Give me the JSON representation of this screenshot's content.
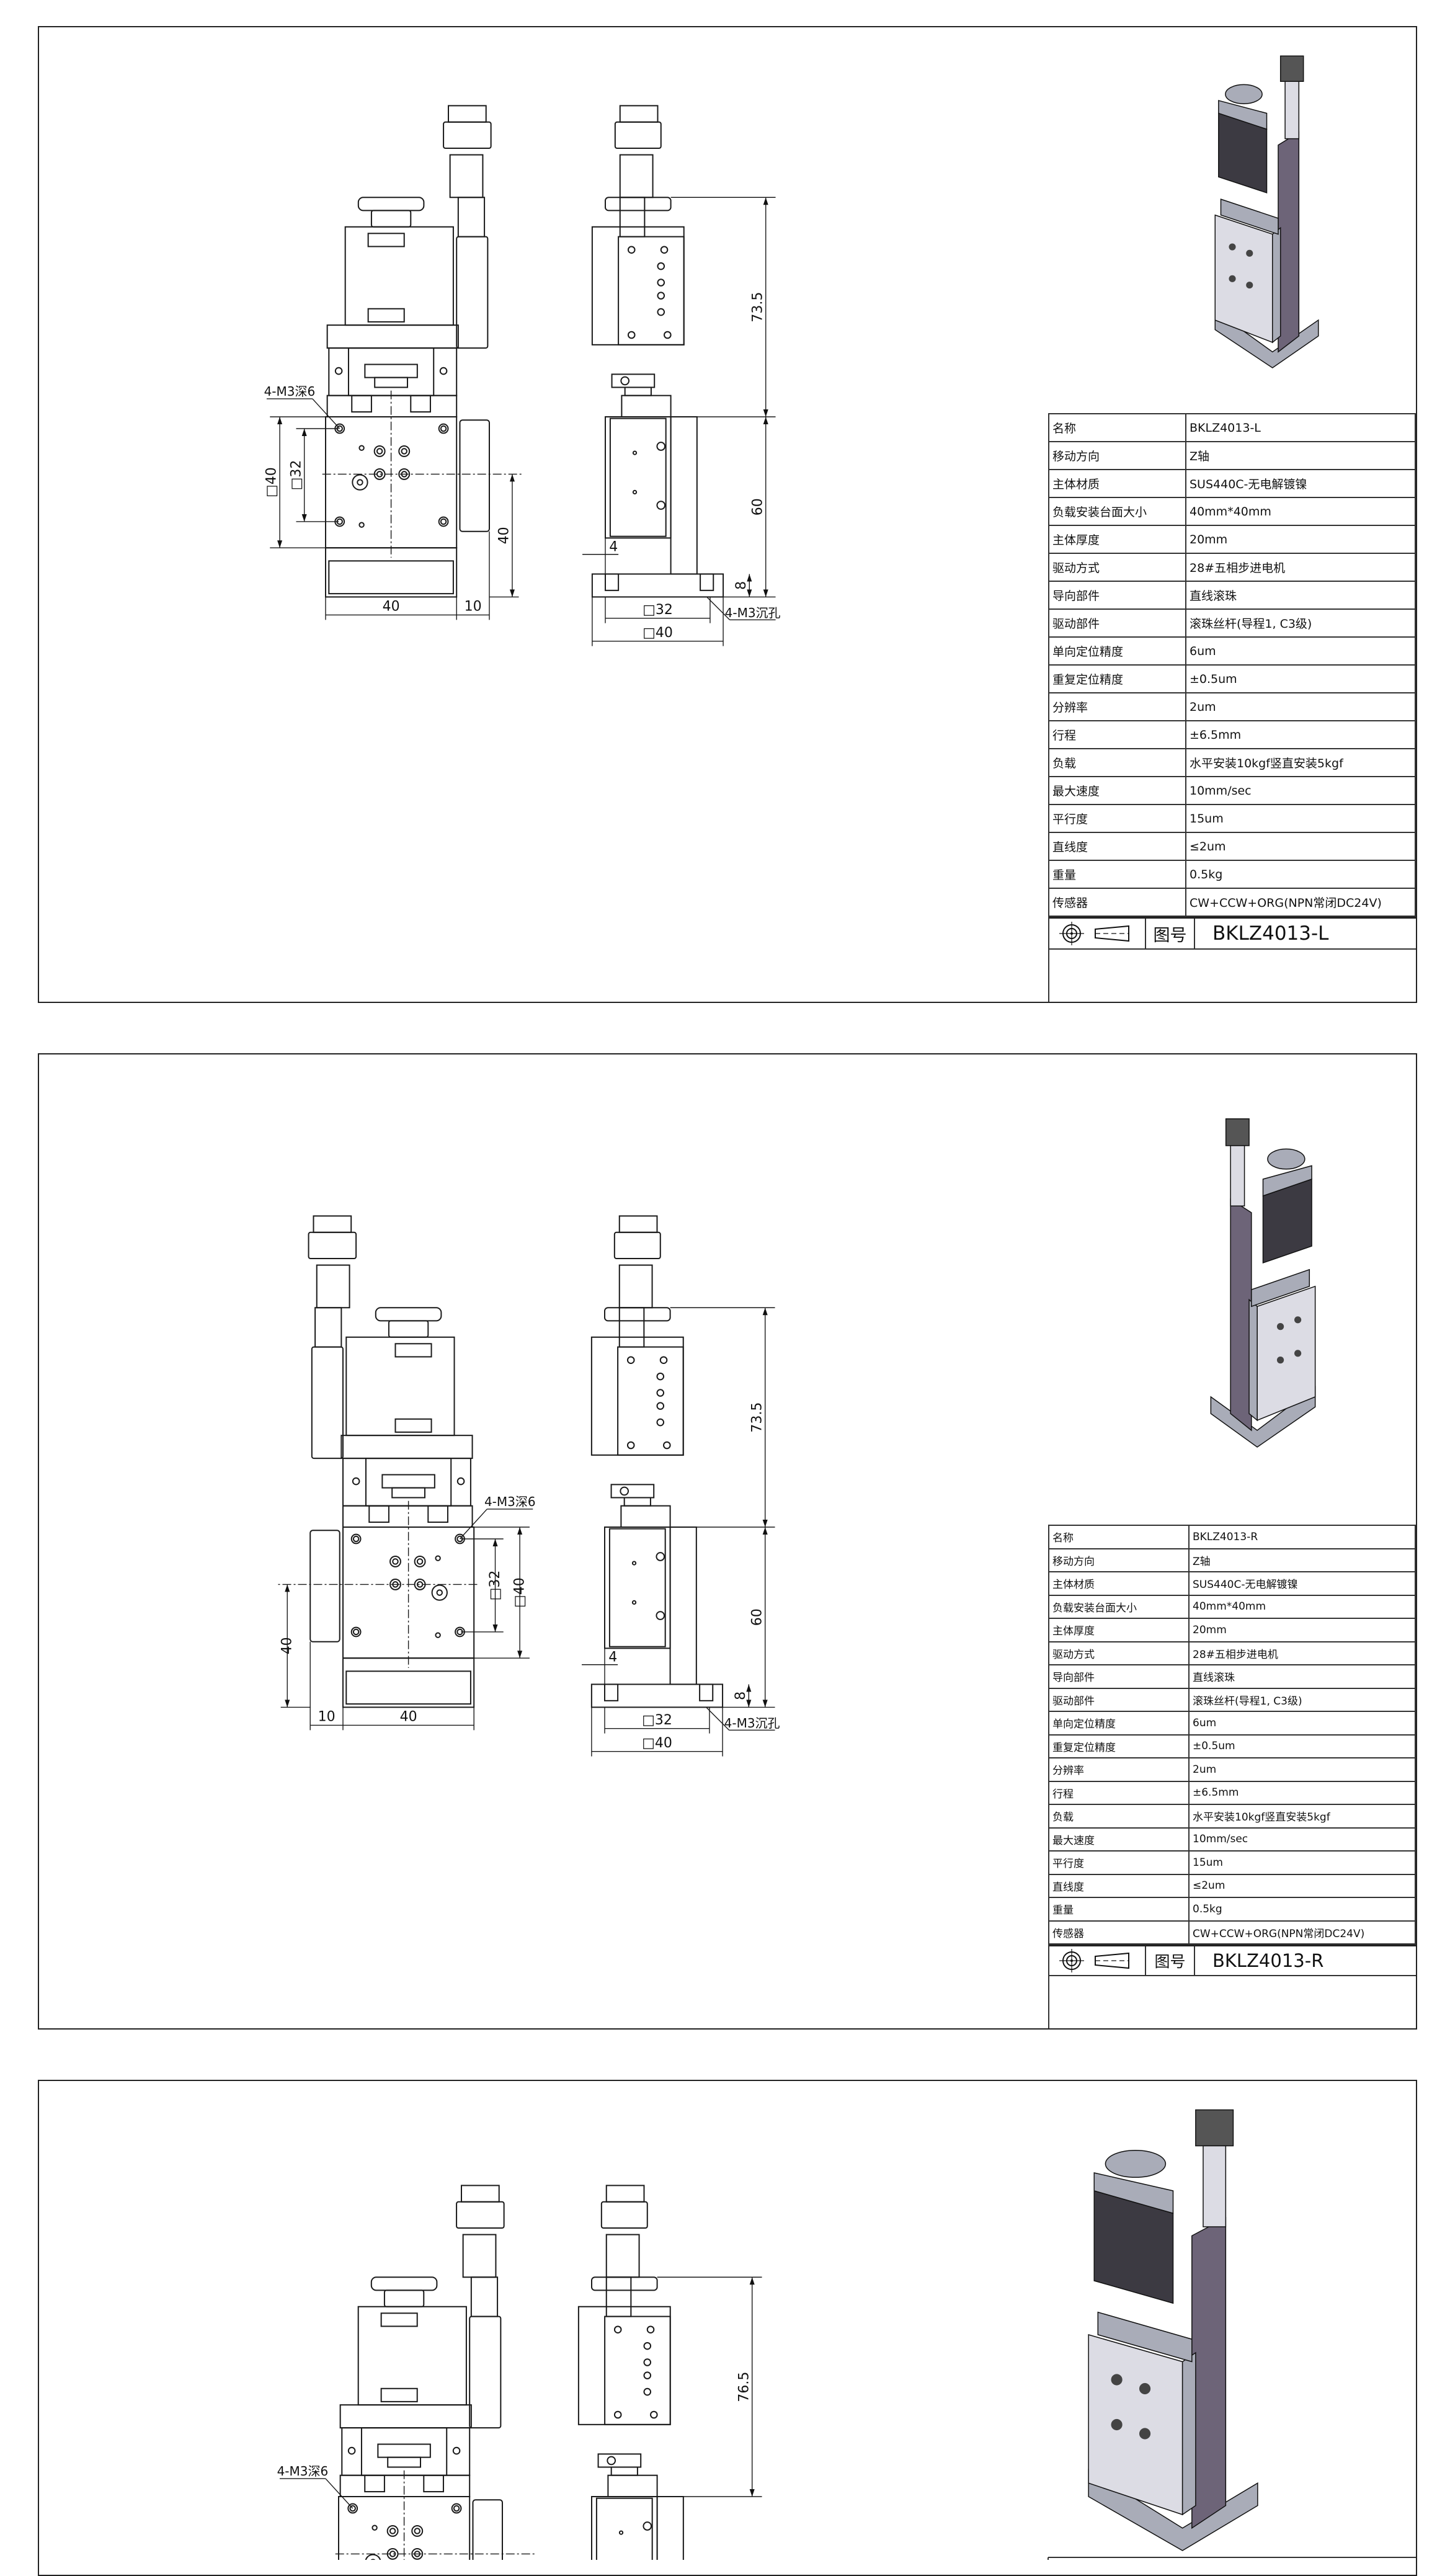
{
  "colors": {
    "line": "#1a1a1a",
    "body_light": "#dcdce4",
    "body_purple": "#6d6478",
    "body_gray": "#a9acb8"
  },
  "panels": [
    {
      "orientation": "L",
      "drawing_no_label": "图号",
      "drawing_no": "BKLZ4013-L",
      "dims": {
        "tapped_holes": "4-M3深6",
        "square_outer": "□40",
        "square_inner": "□32",
        "width": "40",
        "side_offset": "10",
        "center_height": "40",
        "upper_height": "73.5",
        "lower_height": "60",
        "edge": "4",
        "foot": "8",
        "base_inner": "□32",
        "base_outer": "□40",
        "counterbore": "4-M3沉孔"
      },
      "specs": [
        {
          "label": "名称",
          "value": "BKLZ4013-L"
        },
        {
          "label": "移动方向",
          "value": "Z轴"
        },
        {
          "label": "主体材质",
          "value": "SUS440C-无电解镀镍"
        },
        {
          "label": "负载安装台面大小",
          "value": "40mm*40mm"
        },
        {
          "label": "主体厚度",
          "value": "20mm"
        },
        {
          "label": "驱动方式",
          "value": "28#五相步进电机"
        },
        {
          "label": "导向部件",
          "value": "直线滚珠"
        },
        {
          "label": "驱动部件",
          "value": "滚珠丝杆(导程1, C3级)"
        },
        {
          "label": "单向定位精度",
          "value": "6um"
        },
        {
          "label": "重复定位精度",
          "value": "±0.5um"
        },
        {
          "label": "分辨率",
          "value": "2um"
        },
        {
          "label": "行程",
          "value": "±6.5mm"
        },
        {
          "label": "负载",
          "value": "水平安装10kgf竖直安装5kgf"
        },
        {
          "label": "最大速度",
          "value": "10mm/sec"
        },
        {
          "label": "平行度",
          "value": "15um"
        },
        {
          "label": "直线度",
          "value": "≤2um"
        },
        {
          "label": "重量",
          "value": "0.5kg"
        },
        {
          "label": "传感器",
          "value": "CW+CCW+ORG(NPN常闭DC24V)"
        }
      ]
    },
    {
      "orientation": "R",
      "drawing_no_label": "图号",
      "drawing_no": "BKLZ4013-R",
      "dims": {
        "tapped_holes": "4-M3深6",
        "square_outer": "□40",
        "square_inner": "□32",
        "width": "40",
        "side_offset": "10",
        "center_height": "40",
        "upper_height": "73.5",
        "lower_height": "60",
        "edge": "4",
        "foot": "8",
        "base_inner": "□32",
        "base_outer": "□40",
        "counterbore": "4-M3沉孔"
      },
      "specs": [
        {
          "label": "名称",
          "value": "BKLZ4013-R"
        },
        {
          "label": "移动方向",
          "value": "Z轴"
        },
        {
          "label": "主体材质",
          "value": "SUS440C-无电解镀镍"
        },
        {
          "label": "负载安装台面大小",
          "value": "40mm*40mm"
        },
        {
          "label": "主体厚度",
          "value": "20mm"
        },
        {
          "label": "驱动方式",
          "value": "28#五相步进电机"
        },
        {
          "label": "导向部件",
          "value": "直线滚珠"
        },
        {
          "label": "驱动部件",
          "value": "滚珠丝杆(导程1, C3级)"
        },
        {
          "label": "单向定位精度",
          "value": "6um"
        },
        {
          "label": "重复定位精度",
          "value": "±0.5um"
        },
        {
          "label": "分辨率",
          "value": "2um"
        },
        {
          "label": "行程",
          "value": "±6.5mm"
        },
        {
          "label": "负载",
          "value": "水平安装10kgf竖直安装5kgf"
        },
        {
          "label": "最大速度",
          "value": "10mm/sec"
        },
        {
          "label": "平行度",
          "value": "15um"
        },
        {
          "label": "直线度",
          "value": "≤2um"
        },
        {
          "label": "重量",
          "value": "0.5kg"
        },
        {
          "label": "传感器",
          "value": "CW+CCW+ORG(NPN常闭DC24V)"
        }
      ]
    },
    {
      "orientation": "L",
      "dims": {
        "tapped_holes": "4-M3深6",
        "upper_height": "76.5"
      }
    }
  ]
}
